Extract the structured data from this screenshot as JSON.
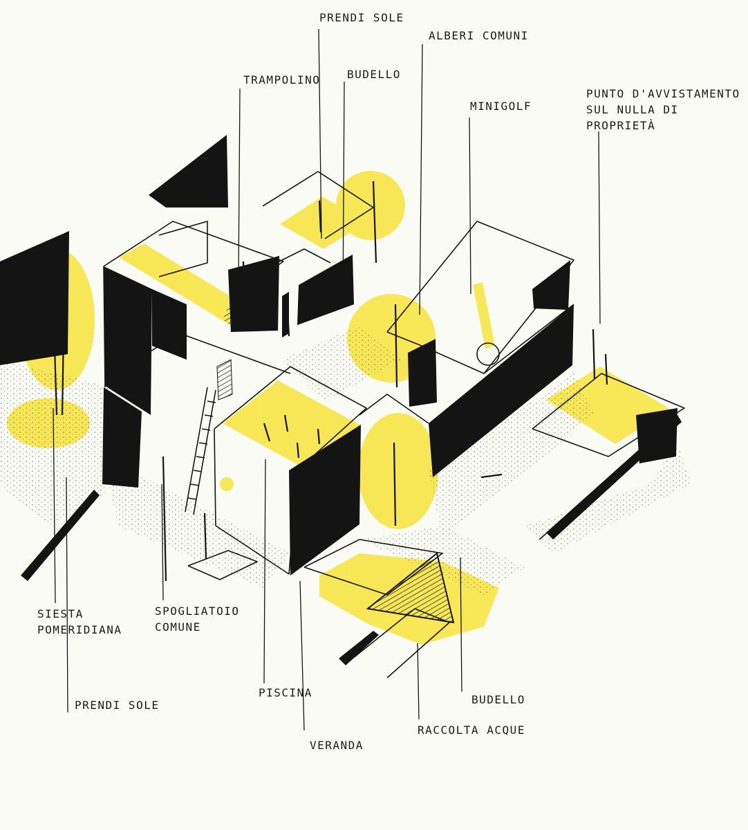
{
  "labels": {
    "prendi_sole_top": "PRENDI SOLE",
    "alberi_comuni": "ALBERI COMUNI",
    "trampolino": "TRAMPOLINO",
    "budello_top": "BUDELLO",
    "minigolf": "MINIGOLF",
    "punto_line1": "PUNTO D'AVVISTAMENTO",
    "punto_line2": "SUL NULLA DI",
    "punto_line3": "PROPRIETÀ",
    "siesta_line1": "SIESTA",
    "siesta_line2": "POMERIDIANA",
    "spogliatoio_line1": "SPOGLIATOIO",
    "spogliatoio_line2": "COMUNE",
    "prendi_sole_bottom": "PRENDI SOLE",
    "piscina": "PISCINA",
    "budello_bottom": "BUDELLO",
    "veranda": "VERANDA",
    "raccolta_acque": "RACCOLTA ACQUE"
  },
  "colors": {
    "ink": "#141414",
    "highlight": "#f7e33a",
    "paper": "#fbfbf6"
  }
}
